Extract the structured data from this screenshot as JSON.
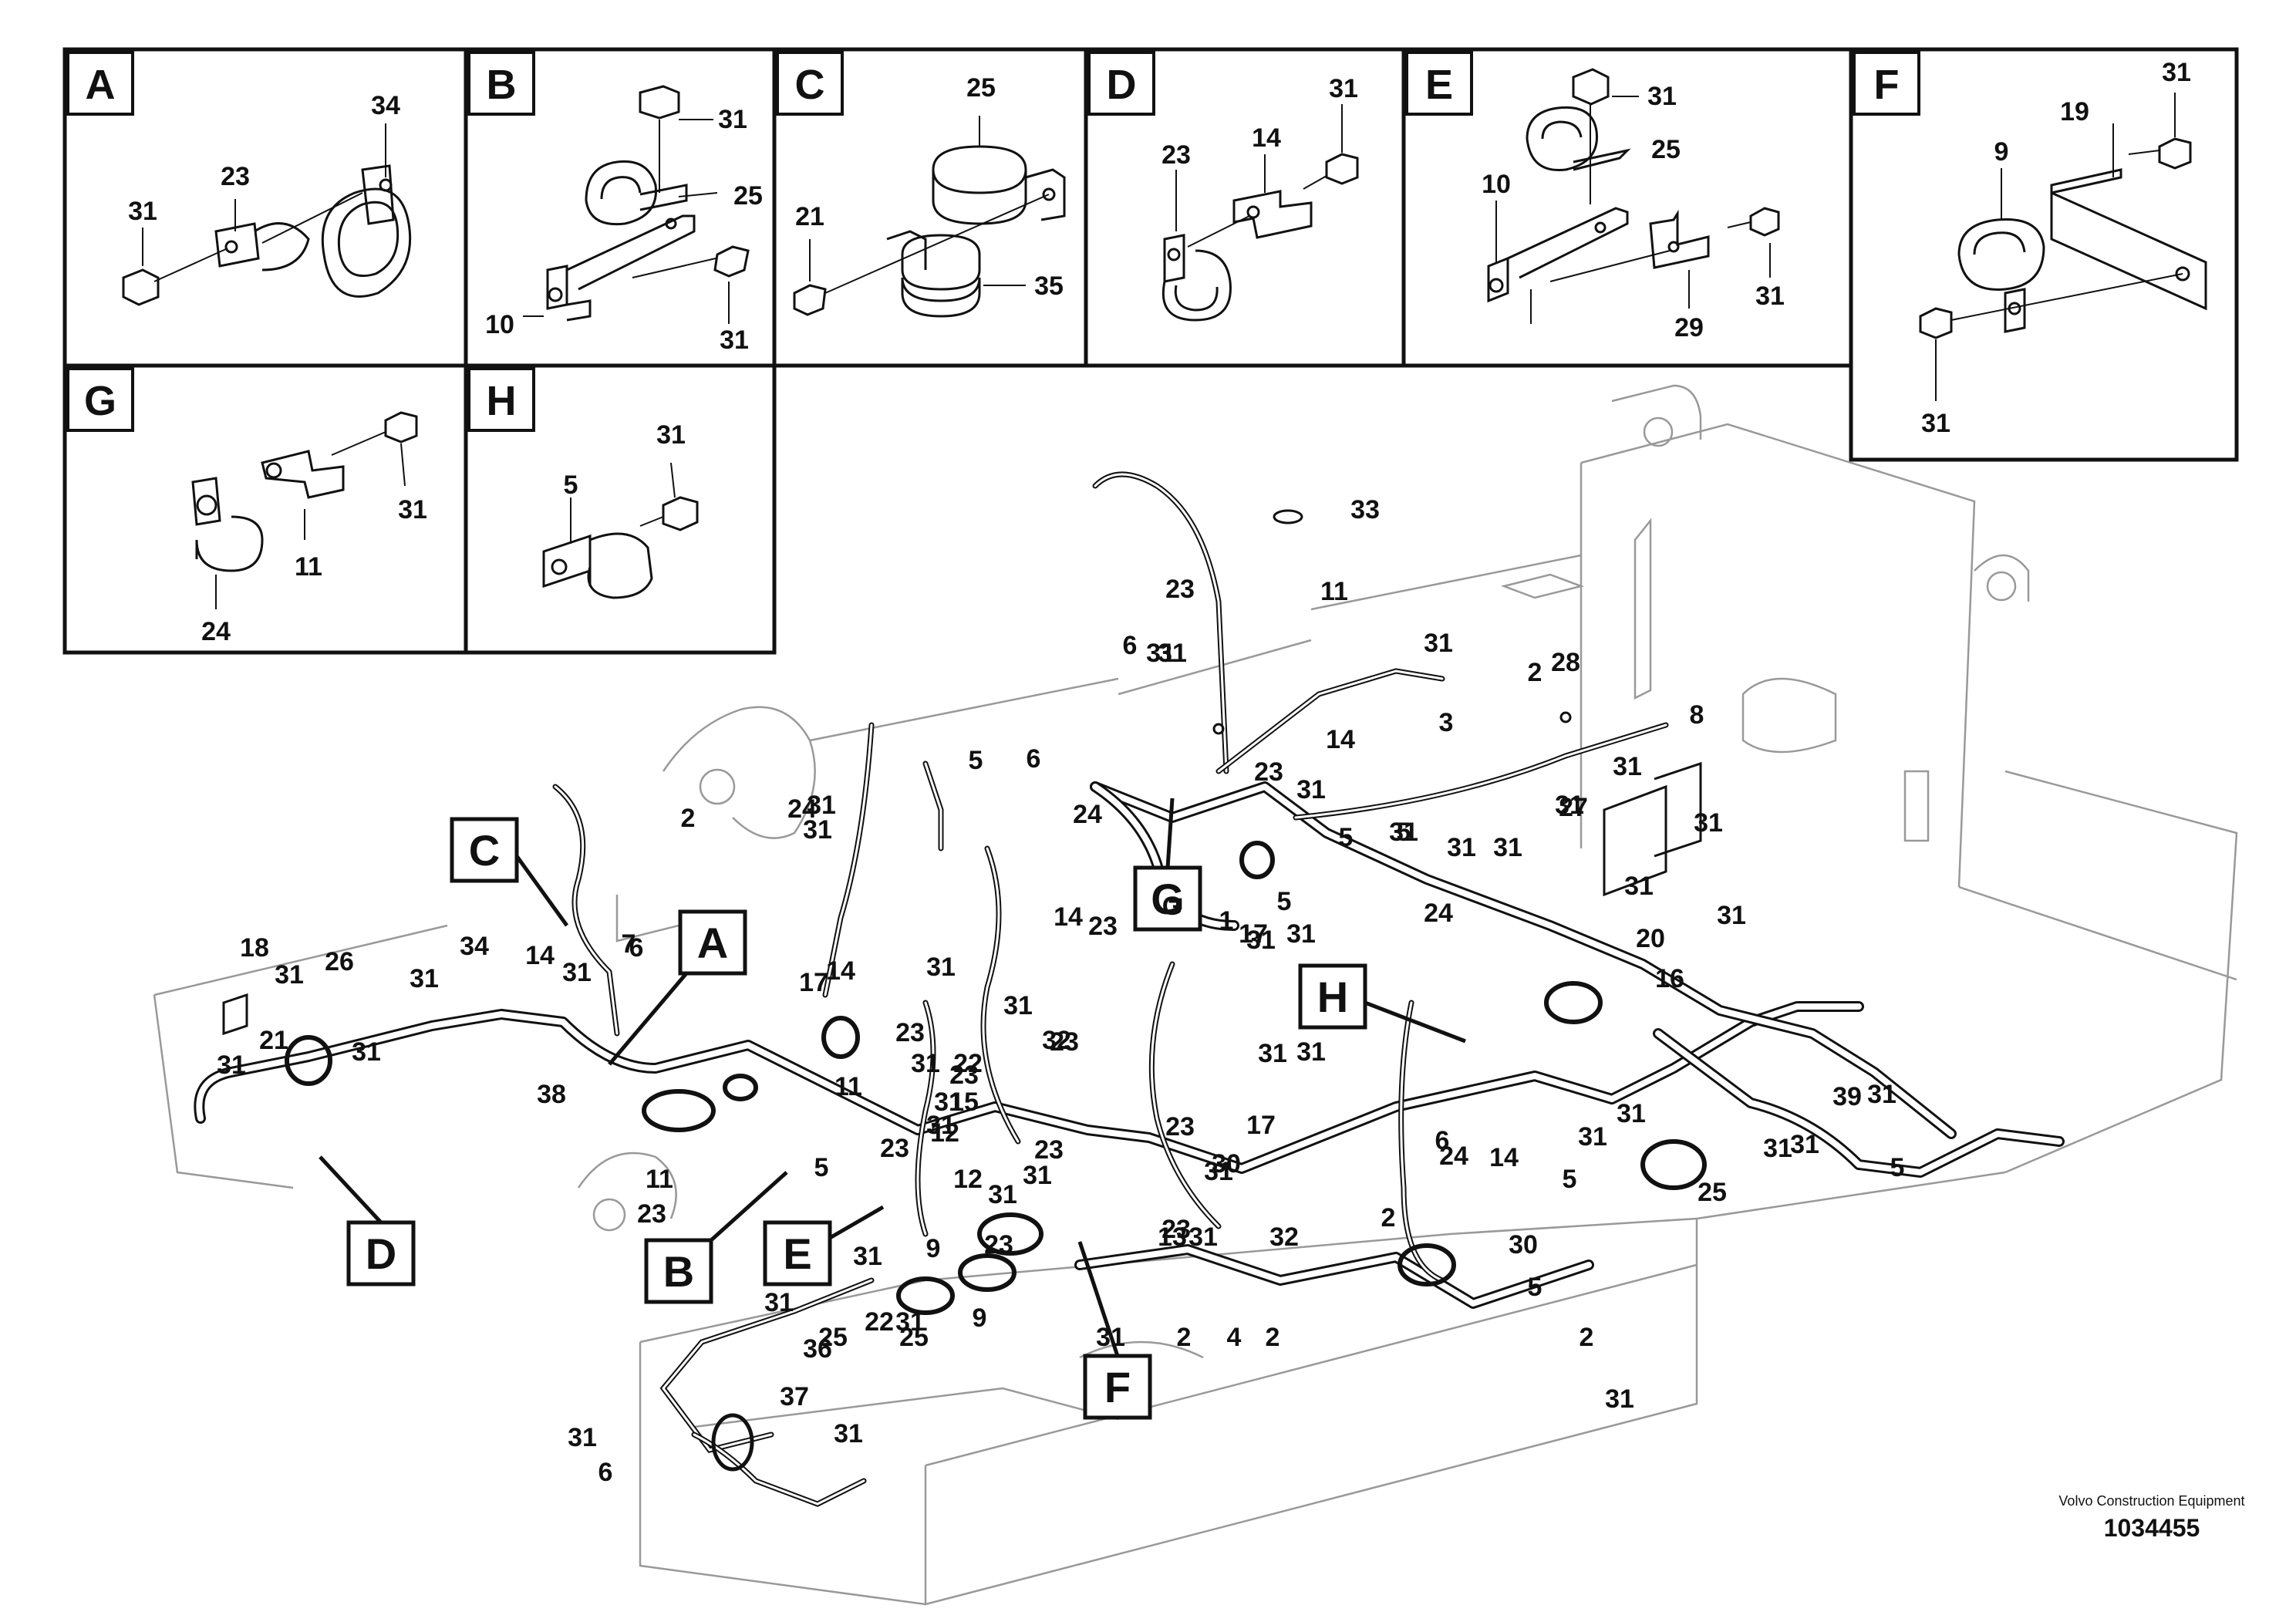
{
  "detail_panels": [
    {
      "letter": "A",
      "callouts": [
        "34",
        "23",
        "31"
      ]
    },
    {
      "letter": "B",
      "callouts": [
        "31",
        "25",
        "10",
        "31"
      ]
    },
    {
      "letter": "C",
      "callouts": [
        "25",
        "21",
        "35"
      ]
    },
    {
      "letter": "D",
      "callouts": [
        "31",
        "14",
        "23"
      ]
    },
    {
      "letter": "E",
      "callouts": [
        "31",
        "25",
        "10",
        "31",
        "29"
      ]
    },
    {
      "letter": "F",
      "callouts": [
        "31",
        "19",
        "9",
        "31"
      ]
    },
    {
      "letter": "G",
      "callouts": [
        "31",
        "24",
        "11"
      ]
    },
    {
      "letter": "H",
      "callouts": [
        "31",
        "5"
      ]
    }
  ],
  "pointer_boxes": [
    "A",
    "B",
    "C",
    "D",
    "E",
    "F",
    "G",
    "H"
  ],
  "callouts": [
    "33",
    "23",
    "11",
    "31",
    "6",
    "31",
    "31",
    "28",
    "2",
    "14",
    "3",
    "31",
    "6",
    "24",
    "23",
    "31",
    "8",
    "5",
    "31",
    "31",
    "5",
    "31",
    "1",
    "17",
    "27",
    "31",
    "31",
    "31",
    "31",
    "14",
    "23",
    "G",
    "5",
    "31",
    "31",
    "5",
    "24",
    "31",
    "31",
    "20",
    "16",
    "2",
    "31",
    "23",
    "23",
    "31",
    "31",
    "34",
    "14",
    "31",
    "6",
    "24",
    "26",
    "31",
    "18",
    "31",
    "31",
    "21",
    "31",
    "38",
    "7",
    "14",
    "17",
    "11",
    "31",
    "23",
    "31",
    "22",
    "31",
    "32",
    "23",
    "31",
    "12",
    "12",
    "31",
    "23",
    "15",
    "23",
    "31",
    "23",
    "31",
    "13",
    "5",
    "11",
    "23",
    "31",
    "23",
    "31",
    "9",
    "31",
    "9",
    "22",
    "25",
    "25",
    "31",
    "36",
    "37",
    "31",
    "31",
    "6",
    "17",
    "30",
    "31",
    "2",
    "2",
    "4",
    "32",
    "2",
    "6",
    "14",
    "24",
    "30",
    "31",
    "5",
    "2",
    "31",
    "39",
    "31",
    "31",
    "5",
    "25",
    "31",
    "31",
    "5"
  ],
  "credit": {
    "company": "Volvo Construction Equipment",
    "doc_number": "1034455"
  }
}
